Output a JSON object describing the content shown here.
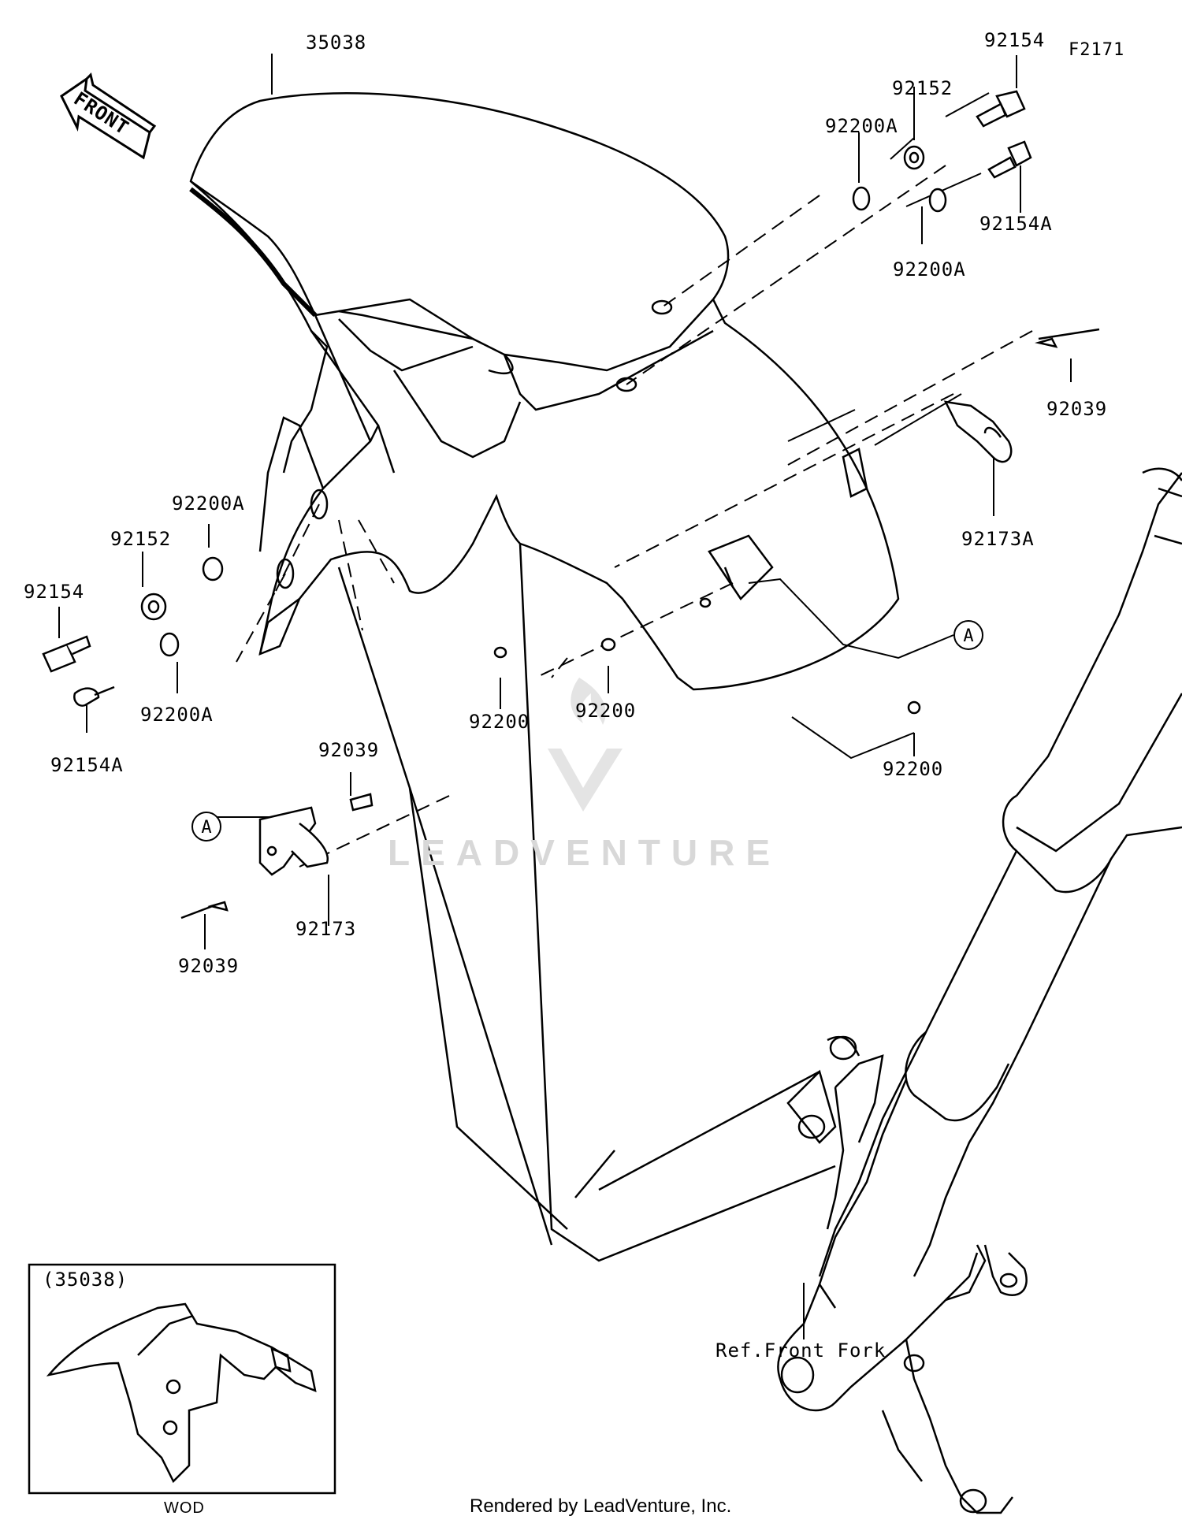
{
  "diagram_code": "F2171",
  "front_arrow_text": "FRONT",
  "watermark_text": "LEADVENTURE",
  "footer_text": "Rendered by LeadVenture, Inc.",
  "inset": {
    "title": "(35038)",
    "caption": "WOD"
  },
  "ref_label": "A",
  "fork_ref": "Ref.Front Fork",
  "parts": {
    "fender": "35038",
    "bolt_top": "92154",
    "washer_top": "92152",
    "oring_top_a": "92200A",
    "oring_top_b": "92200A",
    "bolt_top_a": "92154A",
    "rivet_right": "92039",
    "clamp_right": "92173A",
    "oring_left_a": "92200A",
    "washer_left": "92152",
    "bolt_left": "92154",
    "oring_left_b": "92200A",
    "bolt_left_a": "92154A",
    "rivet_left_top": "92039",
    "clamp_left": "92173",
    "rivet_left_bottom": "92039",
    "grommet_a": "92200",
    "grommet_b": "92200",
    "grommet_c": "92200"
  }
}
